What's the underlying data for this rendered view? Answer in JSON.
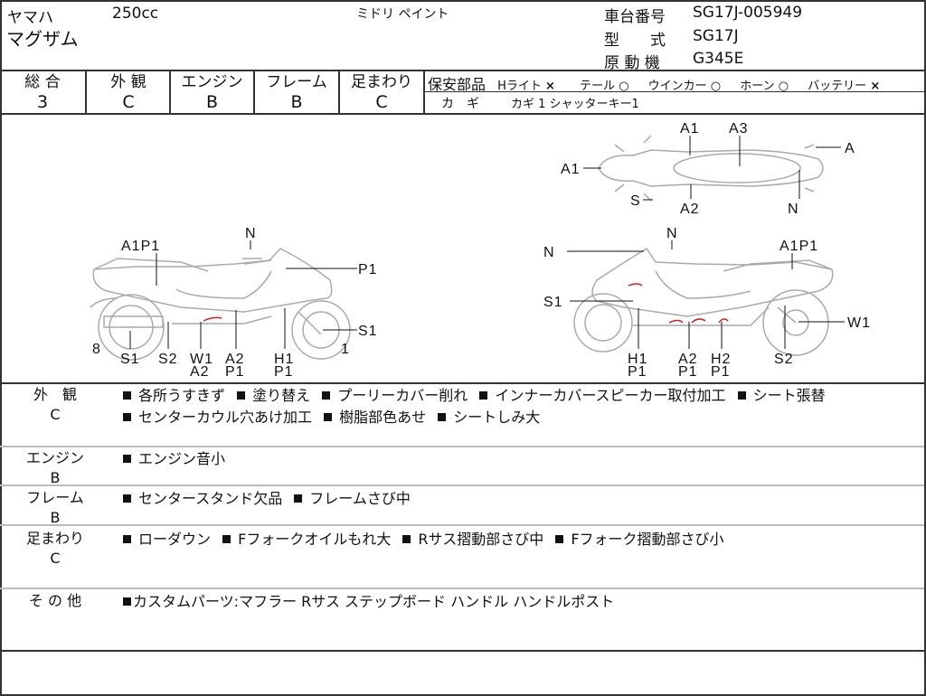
{
  "header": {
    "maker": "ヤマハ",
    "displacement": "250cc",
    "model_name": "マグザム",
    "color": "ミドリ ペイント",
    "chassis_label": "車台番号",
    "chassis_no": "SG17J-005949",
    "type_label": "型　　式",
    "type_value": "SG17J",
    "engine_label": "原 動 機",
    "engine_value": "G345E"
  },
  "grades": [
    {
      "label": "総 合",
      "value": "3"
    },
    {
      "label": "外 観",
      "value": "C"
    },
    {
      "label": "エンジン",
      "value": "B"
    },
    {
      "label": "フレーム",
      "value": "B"
    },
    {
      "label": "足まわり",
      "value": "C"
    }
  ],
  "safety": {
    "label": "保安部品",
    "items": [
      {
        "name": "Hライト",
        "mark": "×"
      },
      {
        "name": "テール",
        "mark": "○"
      },
      {
        "name": "ウインカー",
        "mark": "○"
      },
      {
        "name": "ホーン",
        "mark": "○"
      },
      {
        "name": "バッテリー",
        "mark": "×"
      }
    ],
    "key_label": "カ　ギ",
    "key_value": "カギ 1 シャッターキー1"
  },
  "diagram": {
    "top": [
      "A1",
      "A3",
      "A",
      "A1",
      "S",
      "A2",
      "N"
    ],
    "left": [
      "N",
      "A1P1",
      "P1",
      "S1",
      "8",
      "1",
      "S1",
      "S2",
      "W1",
      "A2",
      "A2",
      "P1",
      "H1",
      "P1"
    ],
    "right": [
      "N",
      "N",
      "A1P1",
      "S1",
      "W1",
      "H1",
      "P1",
      "A2",
      "P1",
      "H2",
      "P1",
      "S2"
    ]
  },
  "remarks": [
    {
      "label": "外　観",
      "grade": "C",
      "items": [
        "各所うすきず",
        "塗り替え",
        "プーリーカバー削れ",
        "インナーカバースピーカー取付加工",
        "シート張替",
        "センターカウル穴あけ加工",
        "樹脂部色あせ",
        "シートしみ大"
      ]
    },
    {
      "label": "エンジン",
      "grade": "B",
      "items": [
        "エンジン音小"
      ]
    },
    {
      "label": "フレーム",
      "grade": "B",
      "items": [
        "センタースタンド欠品",
        "フレームさび中"
      ]
    },
    {
      "label": "足まわり",
      "grade": "C",
      "items": [
        "ローダウン",
        "Fフォークオイルもれ大",
        "Rサス摺動部さび中",
        "Fフォーク摺動部さび小"
      ]
    },
    {
      "label": "そ の 他",
      "grade": "",
      "items": [
        "カスタムパーツ:マフラー Rサス ステップボード ハンドル ハンドルポスト"
      ]
    }
  ]
}
